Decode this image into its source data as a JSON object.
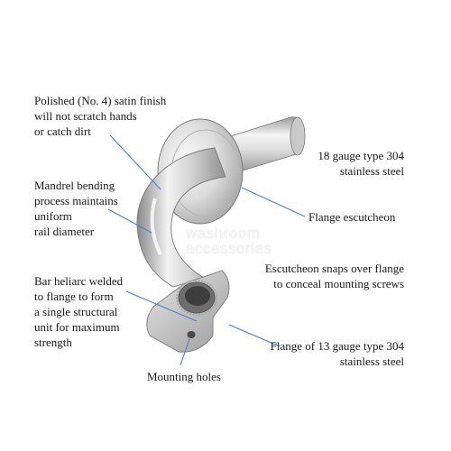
{
  "callouts": {
    "finish": "Polished (No. 4) satin finish\nwill not scratch hands\nor catch dirt",
    "mandrel": "Mandrel bending\nprocess maintains\nuniform\nrail diameter",
    "welded": "Bar heliarc welded\nto flange to form\na single structural\nunit for maximum\nstrength",
    "gauge18": "18 gauge type 304\nstainless steel",
    "escutcheon": "Flange escutcheon",
    "snaps": "Escutcheon snaps over flange\nto conceal mounting screws",
    "gauge13": "Flange of 13 gauge type 304\nstainless steel",
    "holes": "Mounting holes"
  },
  "watermark": {
    "line1": "washroom",
    "line2": "accessories"
  },
  "colors": {
    "leader": "#4a7fd0",
    "steel_light": "#f2f2f2",
    "steel_mid": "#c8c8c8",
    "steel_dark": "#8e8e8e"
  }
}
